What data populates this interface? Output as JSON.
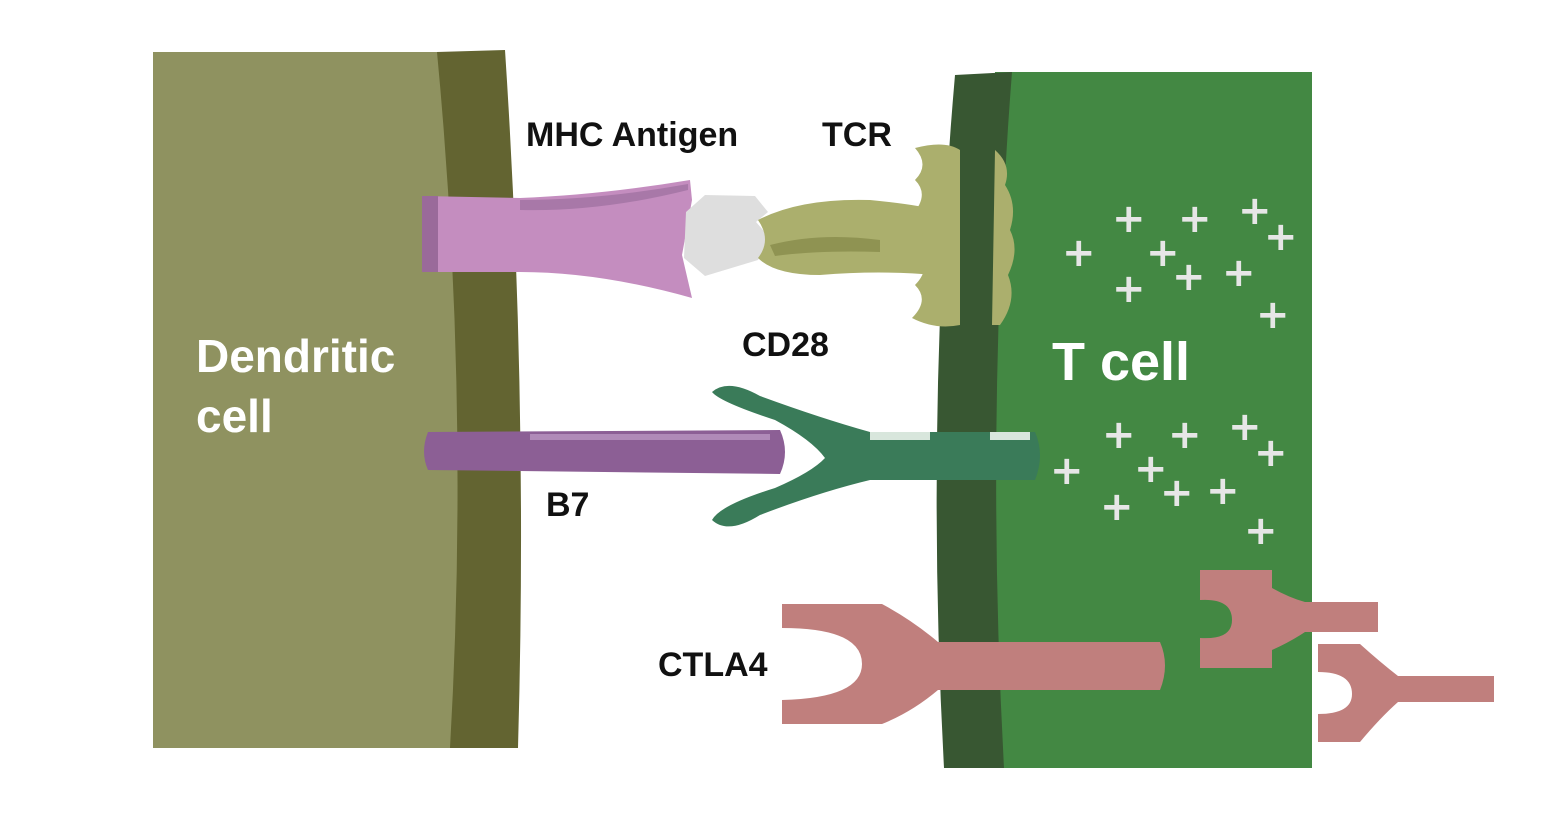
{
  "cells": {
    "dendritic": {
      "line1": "Dendritic",
      "line2": "cell"
    },
    "tcell": {
      "label": "T cell"
    }
  },
  "molecules": {
    "mhc_antigen": "MHC Antigen",
    "tcr": "TCR",
    "cd28": "CD28",
    "b7": "B7",
    "ctla4": "CTLA4"
  },
  "activation_symbol": "+",
  "colors": {
    "dendritic_body": "#8f9260",
    "dendritic_membrane": "#636431",
    "tcell_body": "#438843",
    "tcell_membrane": "#385732",
    "mhc": "#c48dbf",
    "antigen": "#dedede",
    "tcr": "#abaf6d",
    "b7": "#8c5f95",
    "cd28": "#3a7b59",
    "ctla4": "#c07f7d"
  }
}
